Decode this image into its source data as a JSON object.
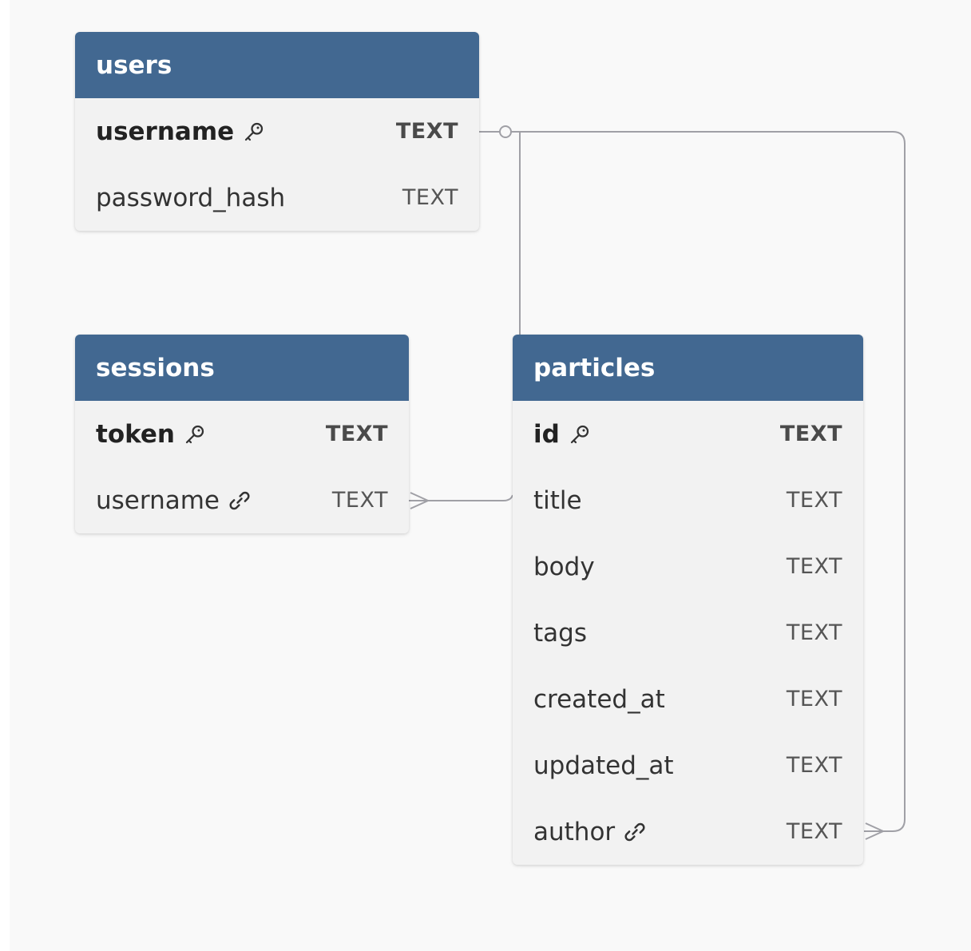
{
  "tables": {
    "users": {
      "name": "users",
      "columns": [
        {
          "name": "username",
          "type": "TEXT",
          "key": "primary-key-icon"
        },
        {
          "name": "password_hash",
          "type": "TEXT"
        }
      ]
    },
    "sessions": {
      "name": "sessions",
      "columns": [
        {
          "name": "token",
          "type": "TEXT",
          "key": "primary-key-icon"
        },
        {
          "name": "username",
          "type": "TEXT",
          "key": "foreign-key-link-icon"
        }
      ]
    },
    "particles": {
      "name": "particles",
      "columns": [
        {
          "name": "id",
          "type": "TEXT",
          "key": "primary-key-icon"
        },
        {
          "name": "title",
          "type": "TEXT"
        },
        {
          "name": "body",
          "type": "TEXT"
        },
        {
          "name": "tags",
          "type": "TEXT"
        },
        {
          "name": "created_at",
          "type": "TEXT"
        },
        {
          "name": "updated_at",
          "type": "TEXT"
        },
        {
          "name": "author",
          "type": "TEXT",
          "key": "foreign-key-link-icon"
        }
      ]
    }
  },
  "relations": [
    {
      "from": "users.username",
      "to": "sessions.username",
      "from_end": "zero-or-one",
      "to_end": "many"
    },
    {
      "from": "users.username",
      "to": "particles.author",
      "from_end": "zero-or-one",
      "to_end": "many"
    }
  ],
  "colors": {
    "header": "#426891",
    "body": "#f2f2f2",
    "canvas": "#f9f9f9",
    "line": "#a0a0a6"
  }
}
